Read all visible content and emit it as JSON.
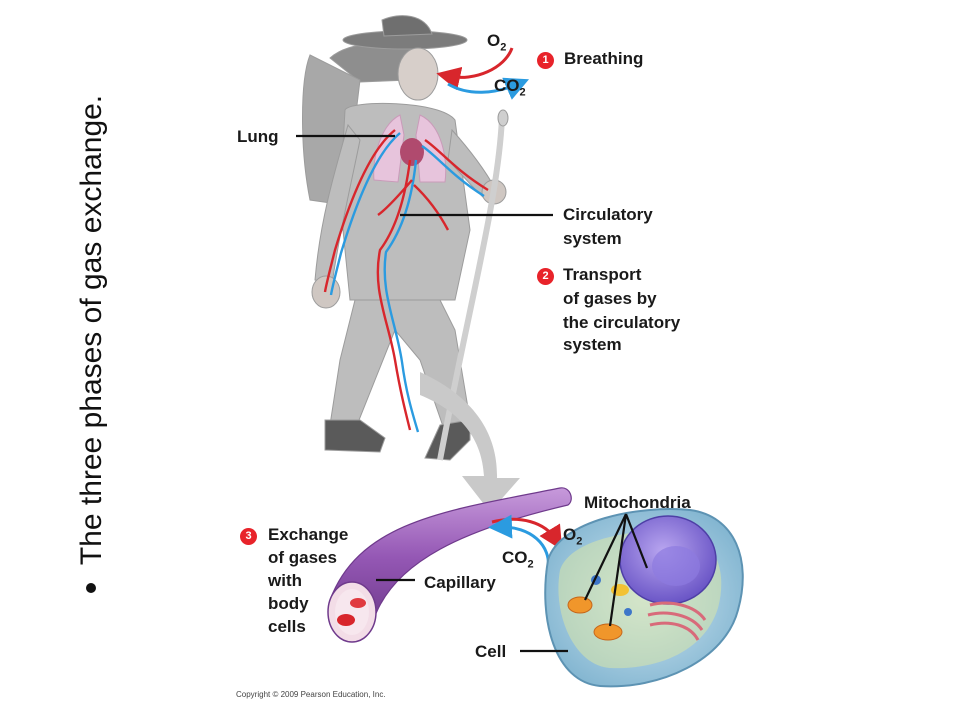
{
  "title": "The three phases of gas exchange.",
  "labels": {
    "o2_top": "O",
    "co2_top": "CO",
    "subscript": "2",
    "breathing": "Breathing",
    "lung": "Lung",
    "circ_line1": "Circulatory",
    "circ_line2": "system",
    "transport": [
      "Transport",
      "of gases by",
      "the circulatory",
      "system"
    ],
    "mitochondria": "Mitochondria",
    "exchange": [
      "Exchange",
      "of gases",
      "with",
      "body",
      "cells"
    ],
    "capillary": "Capillary",
    "cell": "Cell"
  },
  "steps": [
    "1",
    "2",
    "3"
  ],
  "copyright": "Copyright © 2009 Pearson Education, Inc.",
  "colors": {
    "oxygen": "#d8262c",
    "co2": "#2b9be0",
    "badge": "#e8232a",
    "capillary": "#8e4fa8"
  }
}
